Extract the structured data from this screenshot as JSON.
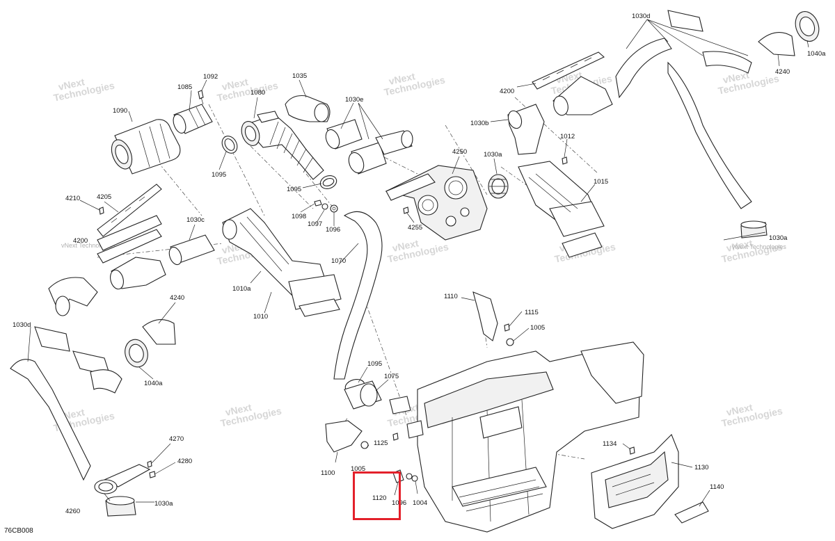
{
  "diagram_code": "76CB008",
  "highlight_color": "#e3202a",
  "highlighted_part": "1120",
  "watermark": {
    "line1": "vNext",
    "line2": "Technologies",
    "combined": "vNext Technologies"
  },
  "labels": {
    "p1092": "1092",
    "p1085": "1085",
    "p1080": "1080",
    "p1035": "1035",
    "p1030e": "1030e",
    "p1090": "1090",
    "p1095a": "1095",
    "p1095b": "1095",
    "p1095c": "1095",
    "p1098": "1098",
    "p1097": "1097",
    "p1096a": "1096",
    "p1096b": "1096",
    "p4250": "4250",
    "p4255": "4255",
    "p1030a_top": "1030a",
    "p1030a_right": "1030a",
    "p1030a_bottom": "1030a",
    "p1012": "1012",
    "p1015": "1015",
    "p1030d_top": "1030d",
    "p1030d_left": "1030d",
    "p1040a_top": "1040a",
    "p1040a_left": "1040a",
    "p4240_top": "4240",
    "p4240_left": "4240",
    "p4200": "4200",
    "p1030b": "1030b",
    "p4210": "4210",
    "p4205": "4205",
    "p4200_left": "4200",
    "p1030c": "1030c",
    "p1010a": "1010a",
    "p1010": "1010",
    "p1070": "1070",
    "p1110": "1110",
    "p1115": "1115",
    "p1005a": "1005",
    "p1005b": "1005",
    "p1075": "1075",
    "p1125": "1125",
    "p1100": "1100",
    "p1120": "1120",
    "p1004": "1004",
    "p1134": "1134",
    "p1130": "1130",
    "p1140": "1140",
    "p4270": "4270",
    "p4280": "4280",
    "p4260": "4260"
  }
}
